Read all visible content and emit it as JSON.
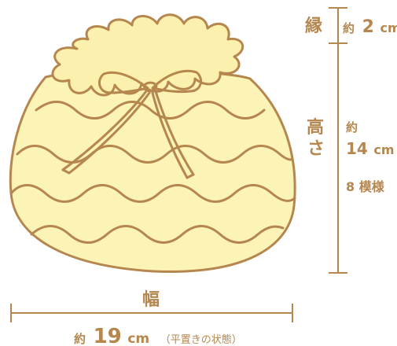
{
  "colors": {
    "outline": "#b5874f",
    "fill": "#fcf3b6",
    "ruffle": "#fcf0ae",
    "dim": "#b5874f"
  },
  "rim": {
    "label": "縁",
    "approx": "約",
    "value": "2",
    "unit": "cm"
  },
  "height": {
    "label_top": "高",
    "label_bottom": "さ",
    "approx": "約",
    "value": "14",
    "unit": "cm",
    "pattern_note": "8 模様"
  },
  "width": {
    "label": "幅",
    "approx": "約",
    "value": "19",
    "unit": "cm",
    "note": "（平置きの状態）"
  }
}
